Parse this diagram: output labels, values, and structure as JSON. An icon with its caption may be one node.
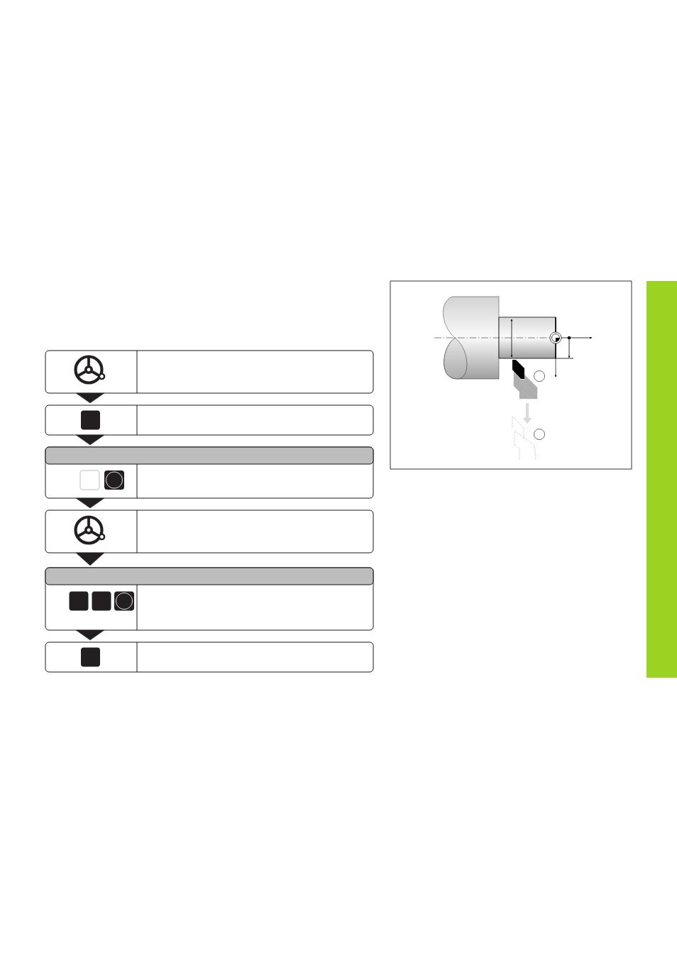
{
  "diagram": {
    "nodes": [
      {
        "text": [],
        "shape": "box"
      },
      {
        "text": [],
        "shape": "box"
      },
      {
        "text": [],
        "shape": "box"
      },
      {
        "text": [],
        "shape": "bar",
        "in": 2
      },
      {
        "text": [],
        "shape": "box"
      },
      {
        "text": [],
        "shape": "box"
      },
      {
        "text": [],
        "shape": "bar",
        "in": 5
      },
      {
        "text": [],
        "shape": "box"
      },
      {
        "text": [],
        "shape": "bar"
      }
    ],
    "edges": [
      {
        "from": 0,
        "to": 1,
        "arrow": "to"
      },
      {
        "from": 1,
        "to": 2,
        "arrow": "to"
      },
      {
        "from": 2,
        "to": 4,
        "arrow": "to"
      },
      {
        "from": 4,
        "to": 5,
        "arrow": "to"
      },
      {
        "from": 5,
        "to": 7,
        "arrow": "to"
      }
    ]
  }
}
